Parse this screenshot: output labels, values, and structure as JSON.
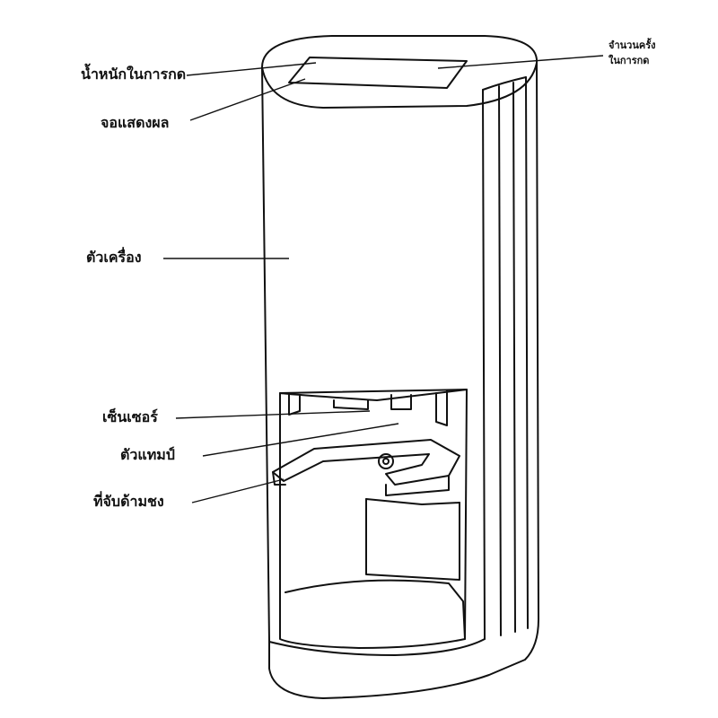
{
  "labels": {
    "press_weight": "น้ำหนักในการกด",
    "display": "จอแสดงผล",
    "body": "ตัวเครื่อง",
    "sensor": "เซ็นเซอร์",
    "tamper": "ตัวแทมป์",
    "portafilter_holder": "ที่จับด้ามชง",
    "press_count_line1": "จำนวนครั้ง",
    "press_count_line2": "ในการกด"
  },
  "colors": {
    "line": "#111111",
    "background": "#ffffff"
  }
}
